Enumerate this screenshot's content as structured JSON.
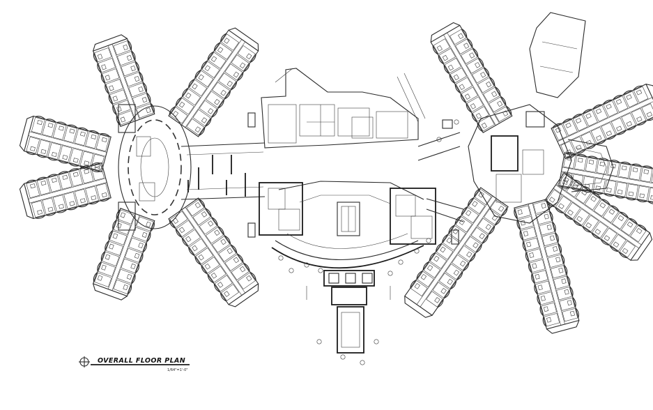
{
  "drawing": {
    "title": "OVERALL FLOOR PLAN",
    "scale_note": "1/64\"=1'-0\"",
    "line_color": "#2a2a2a",
    "background": "#ffffff"
  },
  "wings": {
    "west_cluster": {
      "wing_count": 6
    },
    "east_cluster": {
      "wing_count": 6
    }
  },
  "icons": {
    "section_marker": "section-cut-icon",
    "column_bubble": "grid-bubble-icon",
    "north_marker": "circle-crosshair-icon"
  }
}
